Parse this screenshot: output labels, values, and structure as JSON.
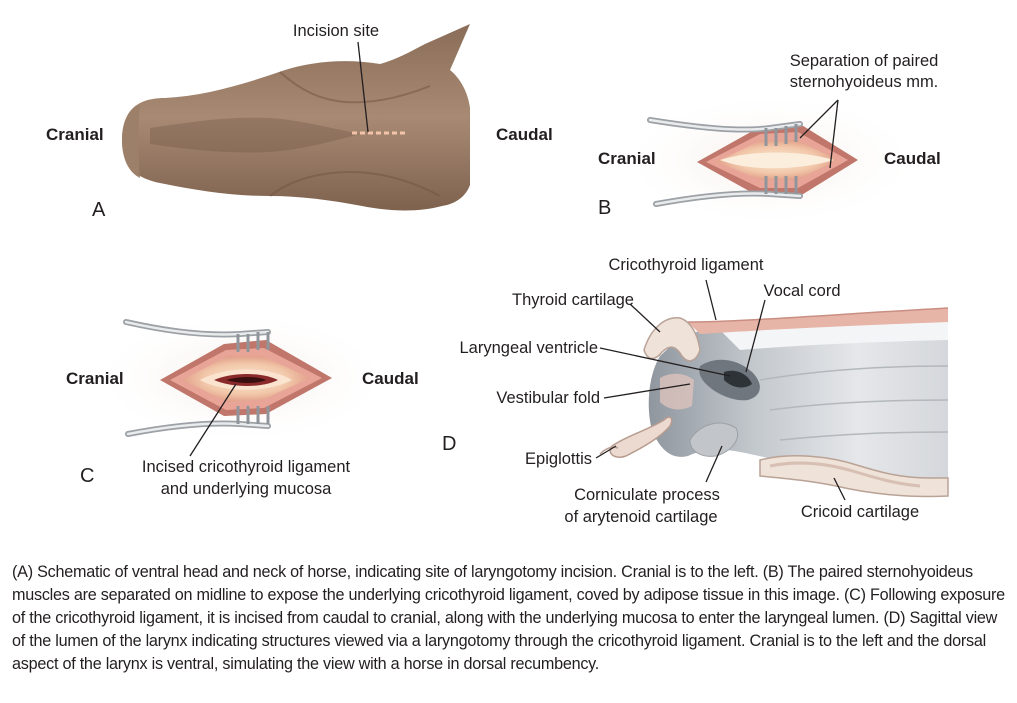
{
  "panels": {
    "a": {
      "letter": "A",
      "cranial": "Cranial",
      "caudal": "Caudal",
      "incision": "Incision site"
    },
    "b": {
      "letter": "B",
      "cranial": "Cranial",
      "caudal": "Caudal",
      "separation_line1": "Separation of paired",
      "separation_line2": "sternohyoideus mm."
    },
    "c": {
      "letter": "C",
      "cranial": "Cranial",
      "caudal": "Caudal",
      "incised_line1": "Incised cricothyroid ligament",
      "incised_line2": "and underlying mucosa"
    },
    "d": {
      "letter": "D",
      "cricothyroid": "Cricothyroid ligament",
      "vocal_cord": "Vocal cord",
      "thyroid": "Thyroid cartilage",
      "ventricle": "Laryngeal ventricle",
      "vestibular": "Vestibular fold",
      "epiglottis": "Epiglottis",
      "corniculate_line1": "Corniculate process",
      "corniculate_line2": "of arytenoid cartilage",
      "cricoid": "Cricoid cartilage"
    }
  },
  "caption": "(A) Schematic of ventral head and neck of horse, indicating site of laryngotomy incision. Cranial is to the left. (B) The paired sternohyoideus muscles are separated on midline to expose the underlying cricothyroid ligament, coved by adipose tissue in this image. (C) Following exposure of the cricothyroid ligament, it is incised from caudal to cranial, along with the underlying mucosa to enter the laryngeal lumen. (D) Sagittal view of the lumen of the larynx indicating structures viewed via a laryngotomy through the cricothyroid ligament. Cranial is to the left and the dorsal aspect of the larynx is ventral, simulating the view with a horse in dorsal recumbency."
}
